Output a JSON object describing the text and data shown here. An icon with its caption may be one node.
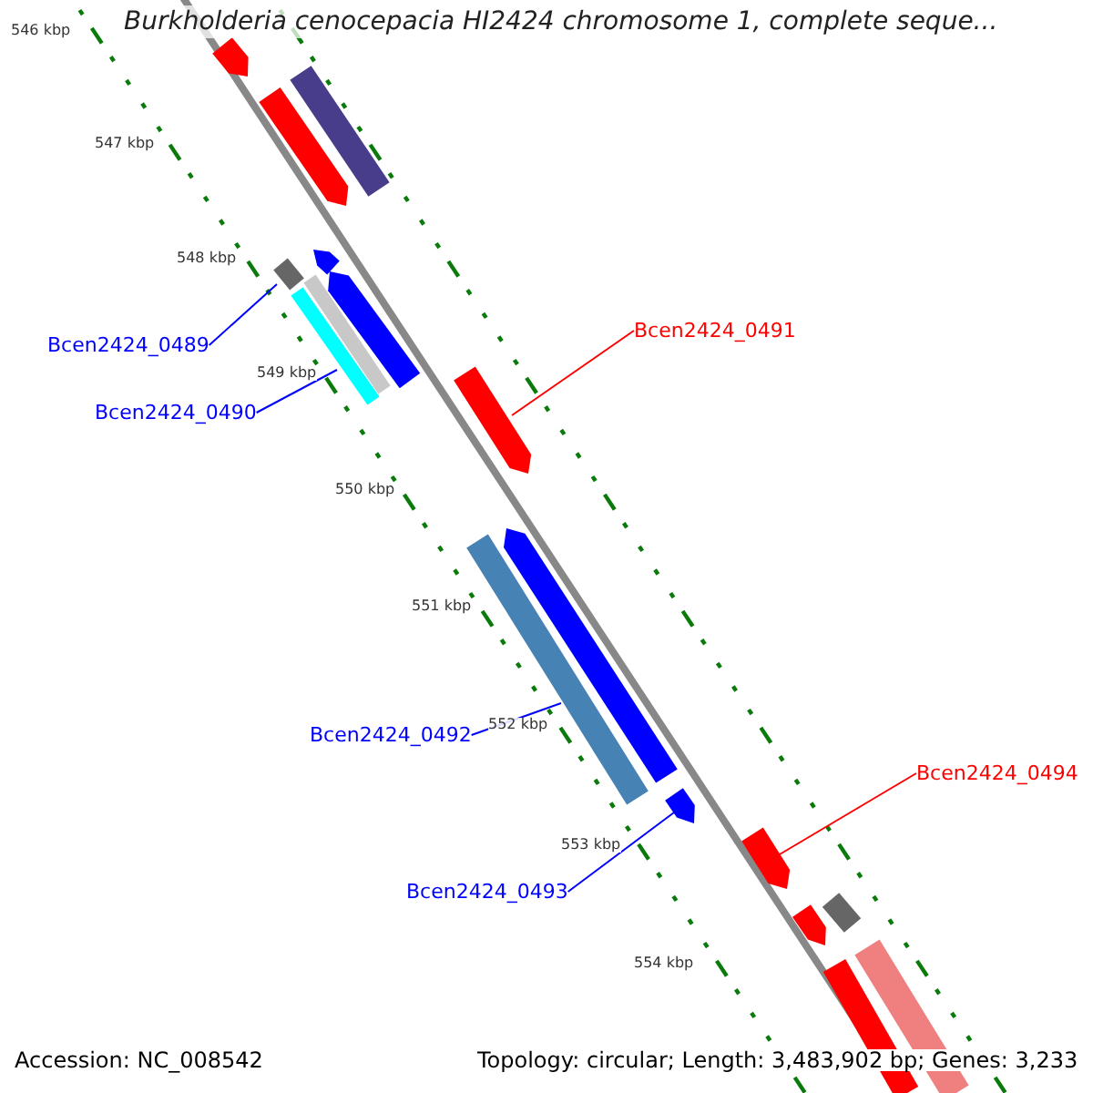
{
  "diagram": {
    "title": "Burkholderia cenocepacia HI2424 chromosome 1, complete seque...",
    "nodes": [
      {
        "text": [
          "Bcen2424_0491"
        ]
      },
      {
        "text": [
          "Bcen2424_0489"
        ]
      },
      {
        "text": [
          "Bcen2424_0490"
        ]
      },
      {
        "text": [
          "Bcen2424_0492"
        ]
      },
      {
        "text": [
          "Bcen2424_0494"
        ]
      },
      {
        "text": [
          "Bcen2424_0493"
        ]
      },
      {
        "text": [],
        "shape": "bar"
      },
      {
        "text": [],
        "shape": "bar"
      },
      {
        "text": [],
        "shape": "bar"
      },
      {
        "text": [],
        "shape": "bar"
      },
      {
        "text": [],
        "shape": "bar"
      },
      {
        "text": [],
        "shape": "bar"
      },
      {
        "text": [],
        "shape": "bar"
      },
      {
        "text": [],
        "shape": "bar"
      },
      {
        "text": [],
        "shape": "bar"
      },
      {
        "text": [],
        "shape": "bar"
      },
      {
        "text": [],
        "shape": "bar"
      },
      {
        "text": [],
        "shape": "bar"
      },
      {
        "text": [],
        "shape": "bar"
      },
      {
        "text": [],
        "shape": "bar"
      },
      {
        "text": [],
        "shape": "bar"
      },
      {
        "text": [],
        "shape": "bar"
      },
      {
        "text": [],
        "shape": "bar"
      }
    ],
    "edges": [
      {
        "from": 0,
        "to": 14,
        "arrow": "none",
        "color": "#ff0000"
      },
      {
        "from": 1,
        "to": 10,
        "arrow": "none"
      },
      {
        "from": 2,
        "to": 13,
        "arrow": "none"
      },
      {
        "from": 3,
        "to": 16,
        "arrow": "none"
      },
      {
        "from": 4,
        "to": 18,
        "arrow": "none",
        "color": "#ff0000"
      },
      {
        "from": 5,
        "to": 17,
        "arrow": "none"
      }
    ],
    "labels": [
      "546 kbp",
      "547 kbp",
      "548 kbp",
      "549 kbp",
      "550 kbp",
      "551 kbp",
      "552 kbp",
      "553 kbp",
      "554 kbp",
      "Accession: NC_008542",
      "Topology: circular; Length: 3,483,902 bp; Genes: 3,233"
    ]
  }
}
